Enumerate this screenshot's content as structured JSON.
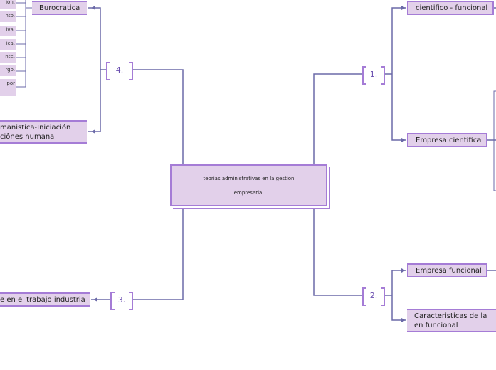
{
  "central": {
    "line1": "teorias administrativas en la gestion",
    "line2": "empresarial"
  },
  "branches": [
    {
      "label": "1.",
      "children": [
        "cientifico - funcional",
        "Empresa cientifica"
      ]
    },
    {
      "label": "2.",
      "children": [
        "Empresa funcional",
        "Caracteristicas de la en funcional"
      ]
    },
    {
      "label": "3.",
      "children": [
        "e en el trabajo industria"
      ]
    },
    {
      "label": "4.",
      "children": [
        "Burocratica",
        "manistica-Iniciación ciônes humana"
      ]
    }
  ],
  "burocratica_items": [
    "ión.",
    "nto.",
    "iva.",
    "ica.",
    "nte.",
    "rgo.",
    "por"
  ],
  "colors": {
    "node_fill": "#e2d0ea",
    "node_border": "#a57cd6",
    "connector": "#6b6aa8"
  }
}
